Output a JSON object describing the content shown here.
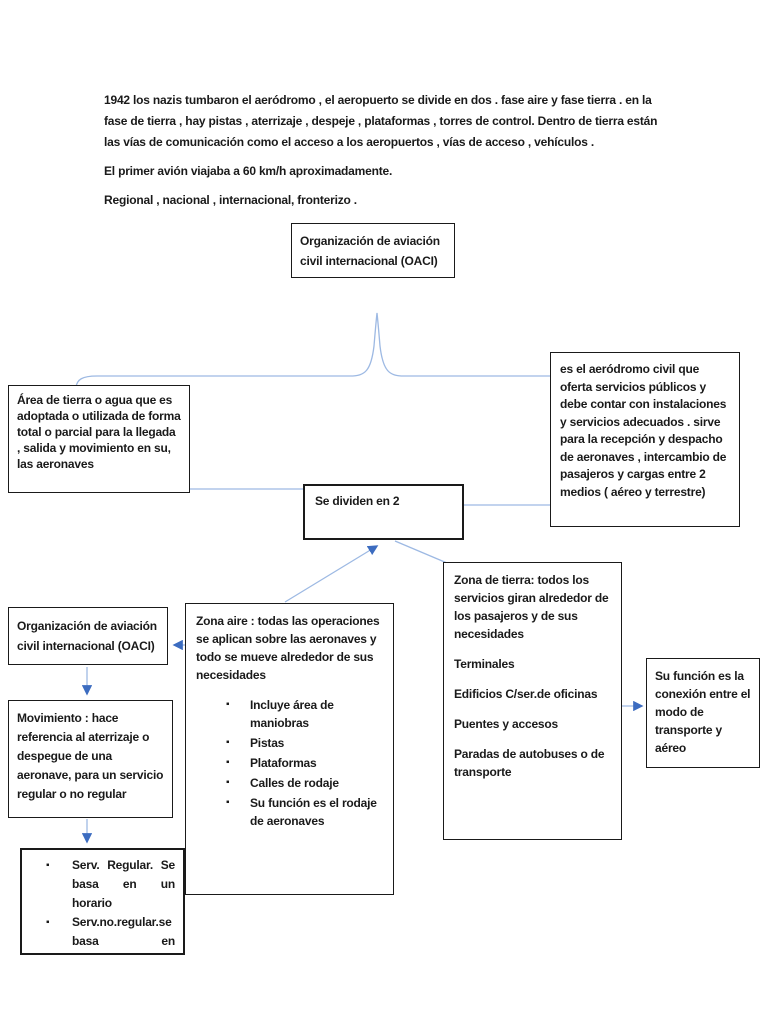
{
  "colors": {
    "connector_line": "#9db9e3",
    "arrow_head": "#3c6cc0",
    "box_border": "#1a1a1a",
    "text_color": "#1a1a1a",
    "page_bg": "#ffffff"
  },
  "intro": {
    "p1": "1942 los nazis tumbaron el aeródromo , el aeropuerto se divide en dos . fase aire y fase tierra .  en la fase de tierra , hay pistas , aterrizaje , despeje , plataformas , torres de control. Dentro de tierra están las vías de comunicación como el acceso a los aeropuertos , vías de acceso , vehículos .",
    "p2": "El primer avión viajaba a 60 km/h aproximadamente.",
    "p3": "Regional , nacional , internacional,  fronterizo ."
  },
  "boxes": {
    "oaci_top": {
      "text": "Organización de aviación civil internacional (OACI)"
    },
    "area": {
      "text": "Área de tierra o agua que es adoptada o utilizada de forma total o parcial para la llegada , salida y movimiento en su, las aeronaves"
    },
    "aerodromo": {
      "text": "es el aeródromo civil que oferta servicios públicos y debe contar con instalaciones y servicios adecuados . sirve para la recepción y despacho de aeronaves , intercambio de pasajeros y cargas entre 2 medios ( aéreo y terrestre)"
    },
    "dividen": {
      "text": "Se dividen en 2"
    },
    "zona_aire": {
      "intro": "Zona aire : todas las operaciones se aplican sobre las aeronaves y todo se mueve alrededor de sus necesidades",
      "bullets": [
        "Incluye área de maniobras",
        "Pistas",
        "Plataformas",
        "Calles de rodaje",
        "Su función es el rodaje de aeronaves"
      ]
    },
    "zona_tierra": {
      "intro": "Zona de tierra: todos los servicios giran alrededor de los pasajeros y de sus necesidades",
      "items": [
        "Terminales",
        "Edificios C/ser.de oficinas",
        "Puentes y accesos",
        "Paradas de autobuses o de transporte"
      ]
    },
    "funcion": {
      "text": "Su función es la conexión entre el modo de transporte y aéreo"
    },
    "oaci_left": {
      "text": "Organización de aviación civil internacional (OACI)"
    },
    "movimiento": {
      "text": "Movimiento : hace referencia al aterrizaje o despegue de una aeronave, para un servicio regular o no regular"
    },
    "servicios": {
      "bullets": [
        "Serv. Regular. Se basa en un horario",
        "Serv.no.regular.se basa en"
      ]
    }
  }
}
